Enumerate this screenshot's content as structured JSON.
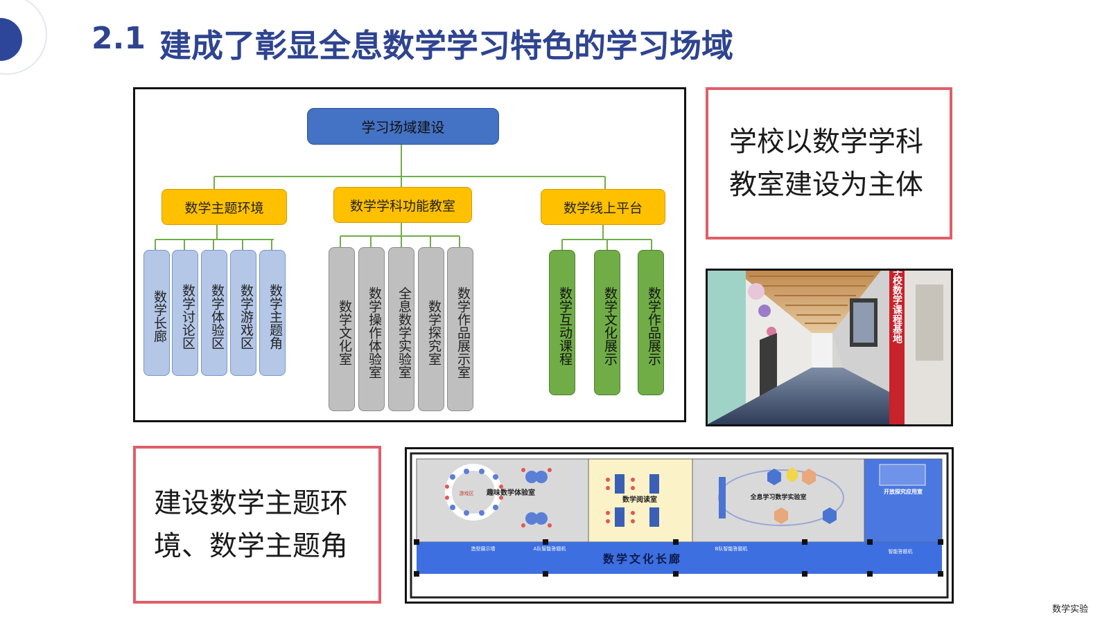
{
  "header": {
    "number": "2.1",
    "title": "建成了彰显全息数学学习特色的学习场域"
  },
  "org_chart": {
    "root": "学习场域建设",
    "branches": [
      {
        "label": "数学主题环境",
        "children": [
          "数学长廊",
          "数学讨论区",
          "数学体验区",
          "数学游戏区",
          "数学主题角"
        ]
      },
      {
        "label": "数学学科功能教室",
        "children": [
          "数学文化室",
          "数学操作体验室",
          "全息数学实验室",
          "数学探究室",
          "数学作品展示室"
        ]
      },
      {
        "label": "数学线上平台",
        "children": [
          "数学互动课程",
          "数学文化展示",
          "数学作品展示"
        ]
      }
    ]
  },
  "callouts": {
    "top": [
      "学校以数学学科",
      "教室建设为主体"
    ],
    "bottom": [
      "建设数学主题环",
      "境、数学主题角"
    ]
  },
  "photo": {
    "banner": "徐州市崇信学校数学课程基地"
  },
  "floorplan": {
    "rooms": [
      "趣味数学体验室",
      "数学阅读室",
      "全息学习数学实验室",
      "开放探究应用室"
    ],
    "corridor": "数学文化长廊",
    "labels": [
      "A队智能答题机",
      "B队智能答题机",
      "游戏区",
      "智能答题机",
      "造型展示墙"
    ]
  },
  "footer": {
    "tag": "数学实验"
  },
  "colors": {
    "title": "#2e4490",
    "root": "#4472c4",
    "mid": "#ffc000",
    "leaf_blue": "#b4c7e7",
    "leaf_gray": "#bfbfbf",
    "leaf_green": "#70ad47",
    "callout_border": "#e05e68",
    "connector": "#70ad47"
  }
}
